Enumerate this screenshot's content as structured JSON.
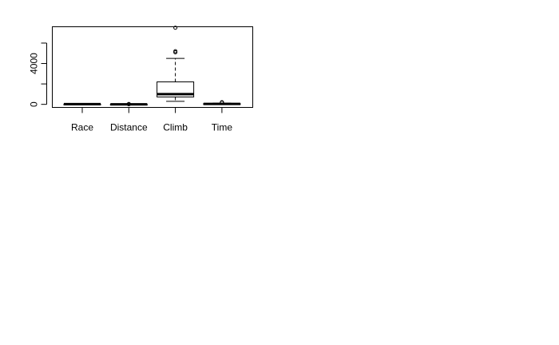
{
  "chart_data": {
    "type": "boxplot",
    "title": "",
    "xlabel": "",
    "ylabel": "",
    "ylim": [
      -300,
      7600
    ],
    "yticks": [
      0,
      2000,
      4000,
      6000
    ],
    "ytick_labels": [
      "0",
      "",
      "4000",
      ""
    ],
    "grid": false,
    "legend": "none",
    "categories": [
      "Race",
      "Distance",
      "Climb",
      "Time"
    ],
    "boxes": [
      {
        "category": "Race",
        "whisker_low": 1,
        "q1": 9,
        "median": 18,
        "q3": 26,
        "whisker_high": 35,
        "outliers": []
      },
      {
        "category": "Distance",
        "whisker_low": 2,
        "q1": 4.5,
        "median": 6,
        "q3": 8,
        "whisker_high": 13,
        "outliers": [
          16,
          20,
          28
        ]
      },
      {
        "category": "Climb",
        "whisker_low": 300,
        "q1": 725,
        "median": 1000,
        "q3": 2200,
        "whisker_high": 4500,
        "outliers": [
          5100,
          5200,
          7500
        ]
      },
      {
        "category": "Time",
        "whisker_low": 16,
        "q1": 28,
        "median": 39,
        "q3": 68,
        "whisker_high": 120,
        "outliers": [
          170,
          193,
          204
        ]
      }
    ],
    "colors": {
      "stroke": "#000000",
      "background": "#ffffff"
    }
  }
}
